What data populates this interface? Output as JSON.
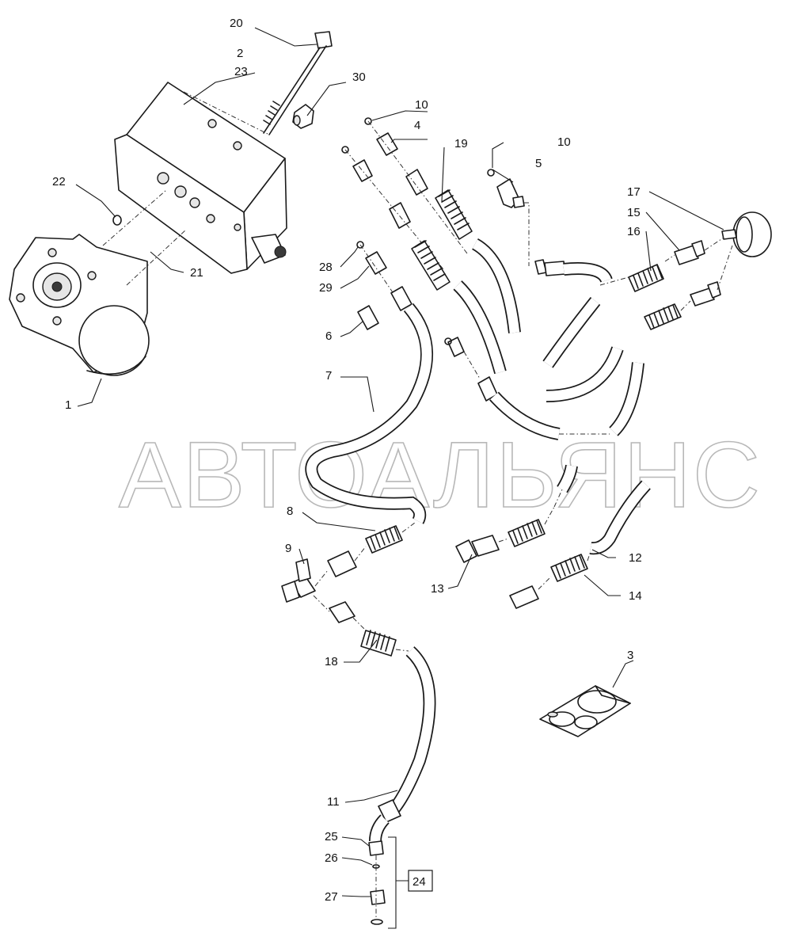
{
  "watermark": "АВТОАЛЬЯНС",
  "callouts": {
    "c1": "1",
    "c2": "2",
    "c3": "3",
    "c4": "4",
    "c5": "5",
    "c6": "6",
    "c7": "7",
    "c8": "8",
    "c9": "9",
    "c10a": "10",
    "c10b": "10",
    "c11": "11",
    "c12": "12",
    "c13": "13",
    "c14": "14",
    "c15": "15",
    "c16": "16",
    "c17": "17",
    "c18": "18",
    "c19": "19",
    "c20": "20",
    "c21": "21",
    "c22": "22",
    "c23": "23",
    "c24": "24",
    "c25": "25",
    "c26": "26",
    "c27": "27",
    "c28": "28",
    "c29": "29",
    "c30": "30"
  }
}
